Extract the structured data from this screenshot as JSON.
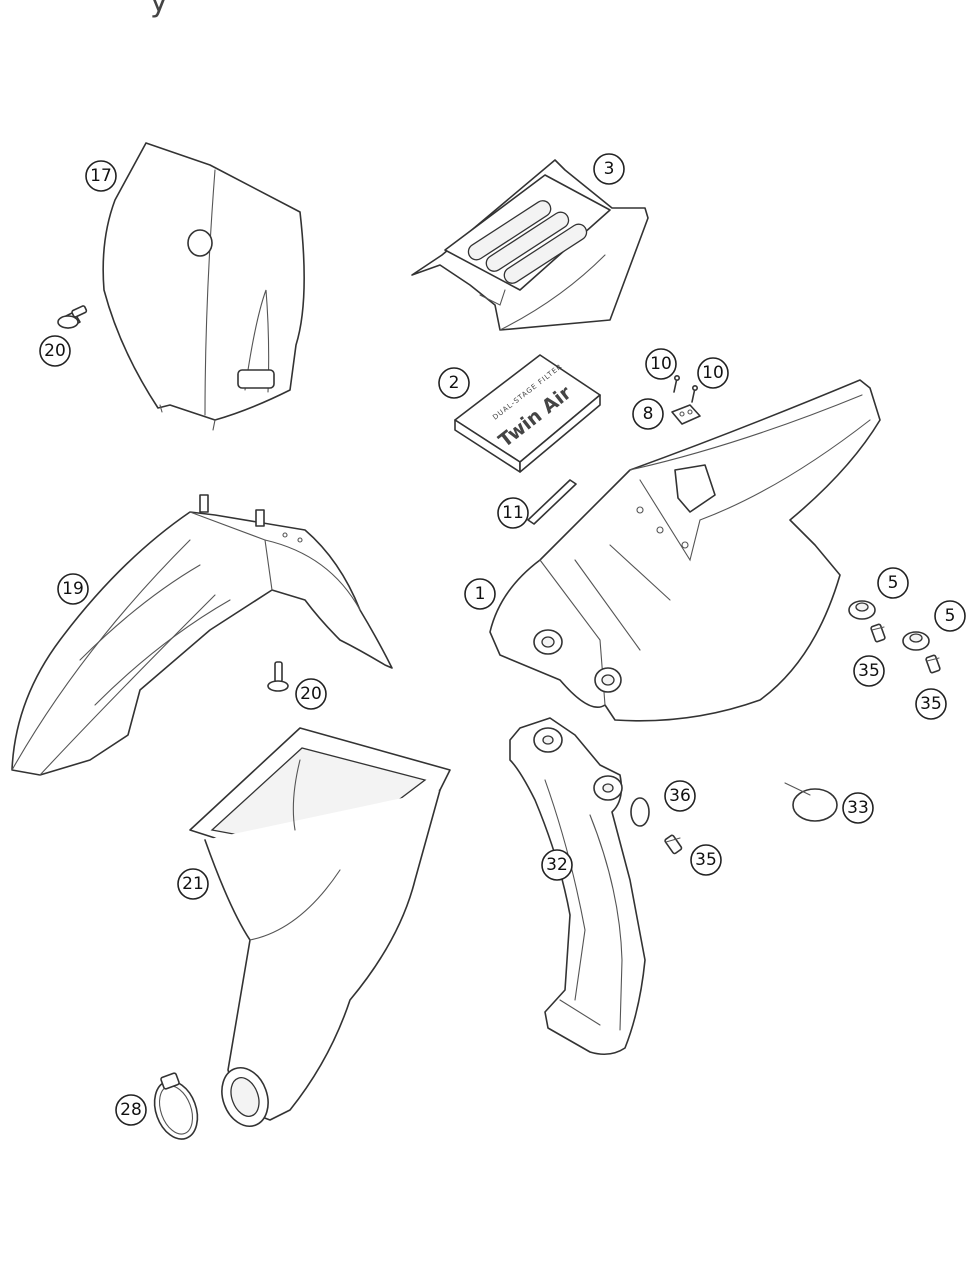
{
  "callouts": [
    {
      "id": "17",
      "label": "17"
    },
    {
      "id": "20a",
      "label": "20"
    },
    {
      "id": "3",
      "label": "3"
    },
    {
      "id": "2",
      "label": "2"
    },
    {
      "id": "10a",
      "label": "10"
    },
    {
      "id": "10b",
      "label": "10"
    },
    {
      "id": "8",
      "label": "8"
    },
    {
      "id": "11",
      "label": "11"
    },
    {
      "id": "1",
      "label": "1"
    },
    {
      "id": "19",
      "label": "19"
    },
    {
      "id": "20b",
      "label": "20"
    },
    {
      "id": "5a",
      "label": "5"
    },
    {
      "id": "5b",
      "label": "5"
    },
    {
      "id": "35a",
      "label": "35"
    },
    {
      "id": "35b",
      "label": "35"
    },
    {
      "id": "36",
      "label": "36"
    },
    {
      "id": "33",
      "label": "33"
    },
    {
      "id": "35c",
      "label": "35"
    },
    {
      "id": "32",
      "label": "32"
    },
    {
      "id": "21",
      "label": "21"
    },
    {
      "id": "28",
      "label": "28"
    }
  ],
  "filter_print": {
    "brand": "Twin Air",
    "subtext": "DUAL-STAGE FILTER"
  },
  "corner_mark": "y"
}
